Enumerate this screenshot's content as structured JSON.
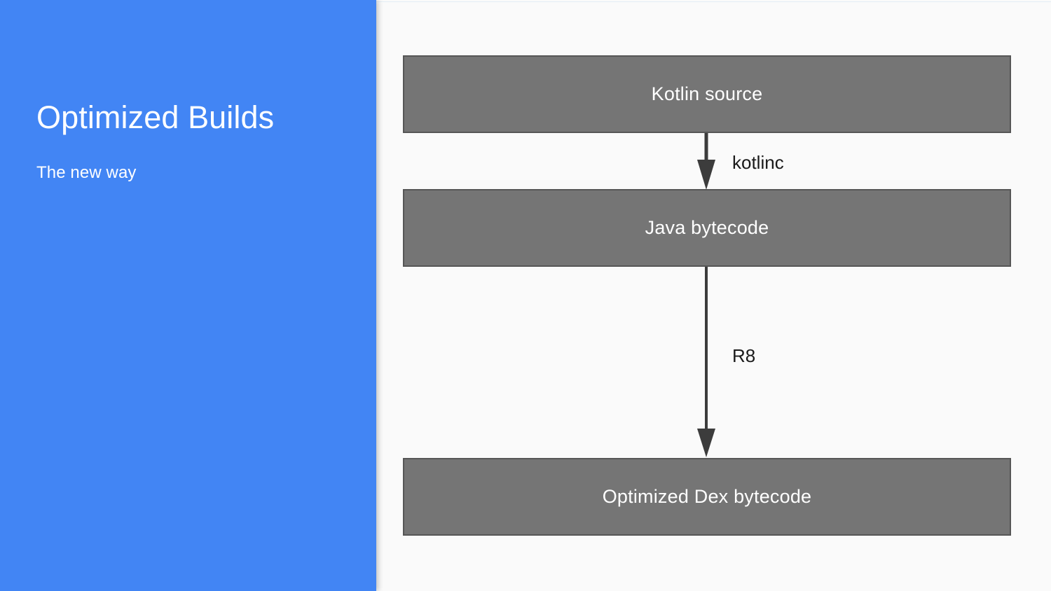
{
  "slide": {
    "title": "Optimized Builds",
    "subtitle": "The new way",
    "panel_color": "#4285f4",
    "canvas_color": "#fafafa"
  },
  "diagram": {
    "box_fill": "#757575",
    "box_border": "#565656",
    "box_text_color": "#ffffff",
    "arrow_color": "#3c3c3c",
    "boxes": [
      {
        "id": "kotlin-source",
        "label": "Kotlin source"
      },
      {
        "id": "java-bytecode",
        "label": "Java bytecode"
      },
      {
        "id": "optimized-dex",
        "label": "Optimized Dex bytecode"
      }
    ],
    "arrows": [
      {
        "id": "kotlinc",
        "label": "kotlinc",
        "from": "kotlin-source",
        "to": "java-bytecode"
      },
      {
        "id": "r8",
        "label": "R8",
        "from": "java-bytecode",
        "to": "optimized-dex"
      }
    ]
  }
}
